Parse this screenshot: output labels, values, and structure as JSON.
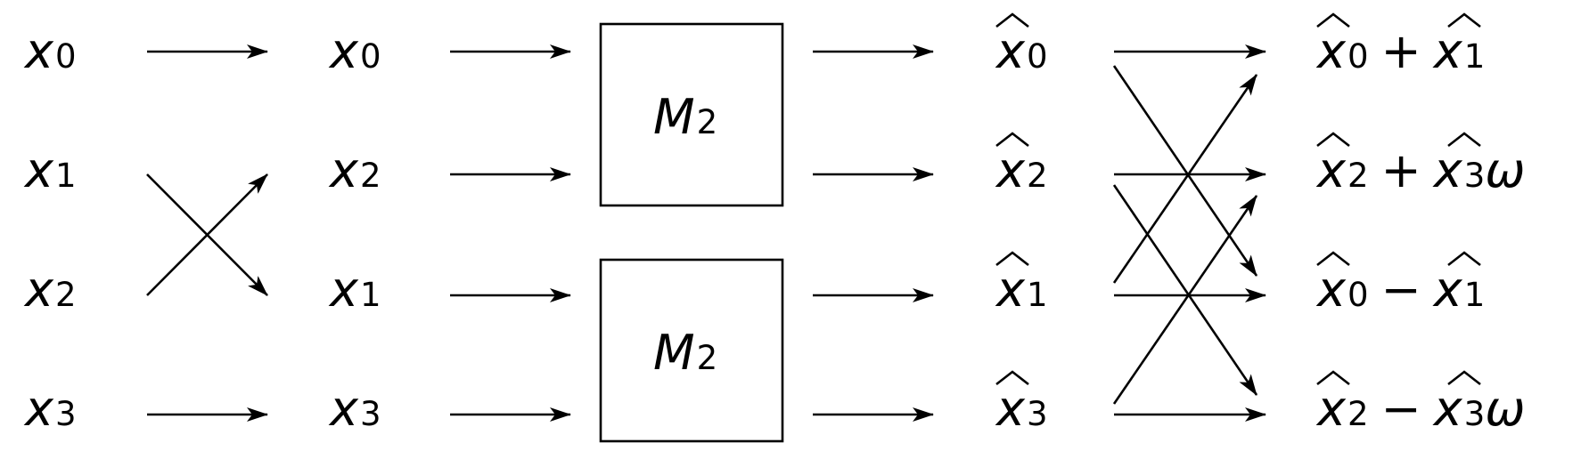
{
  "columns": {
    "input": [
      {
        "base": "x",
        "sub": "0"
      },
      {
        "base": "x",
        "sub": "1"
      },
      {
        "base": "x",
        "sub": "2"
      },
      {
        "base": "x",
        "sub": "3"
      }
    ],
    "permuted": [
      {
        "base": "x",
        "sub": "0"
      },
      {
        "base": "x",
        "sub": "2"
      },
      {
        "base": "x",
        "sub": "1"
      },
      {
        "base": "x",
        "sub": "3"
      }
    ],
    "transformed": [
      {
        "base": "x",
        "sub": "0"
      },
      {
        "base": "x",
        "sub": "2"
      },
      {
        "base": "x",
        "sub": "1"
      },
      {
        "base": "x",
        "sub": "3"
      }
    ],
    "output": [
      {
        "a": "0",
        "op": "+",
        "b": "1",
        "omega": ""
      },
      {
        "a": "2",
        "op": "+",
        "b": "3",
        "omega": "ω"
      },
      {
        "a": "0",
        "op": "−",
        "b": "1",
        "omega": ""
      },
      {
        "a": "2",
        "op": "−",
        "b": "3",
        "omega": "ω"
      }
    ]
  },
  "blocks": [
    {
      "base": "M",
      "sub": "2"
    },
    {
      "base": "M",
      "sub": "2"
    }
  ]
}
